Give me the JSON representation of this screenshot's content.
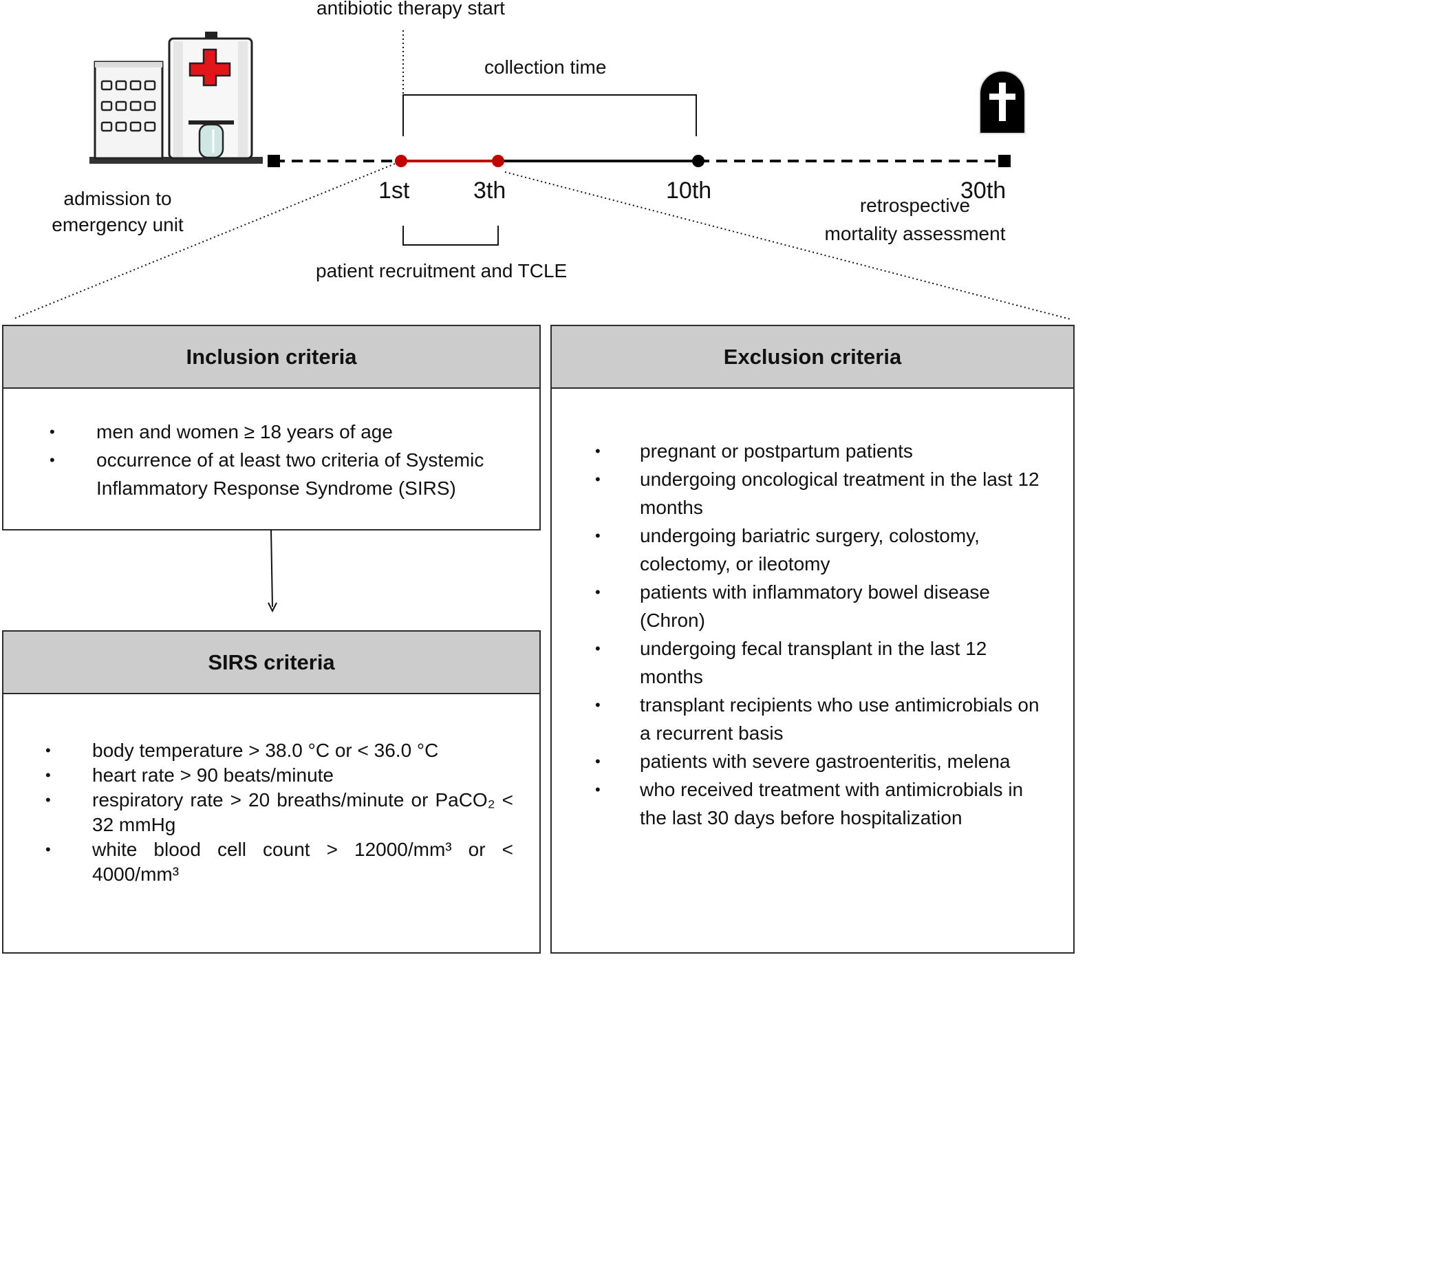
{
  "timeline": {
    "antibiotic_start": "antibiotic therapy start",
    "collection_time": "collection time",
    "admission": "admission to\nemergency unit",
    "tick_1": "1st",
    "tick_3": "3th",
    "tick_10": "10th",
    "tick_30": "30th",
    "mortality": "retrospective\nmortality assessment",
    "recruitment": "patient recruitment and TCLE",
    "colors": {
      "recruitment_segment": "#c00000",
      "cross": "#e0161b",
      "line": "#111111"
    }
  },
  "inclusion": {
    "title": "Inclusion criteria",
    "items": [
      "men and women ≥ 18 years of age",
      "occurrence of at least two criteria of Systemic Inflammatory Response Syndrome (SIRS)"
    ]
  },
  "sirs": {
    "title": "SIRS criteria",
    "items": [
      "body temperature > 38.0 °C or < 36.0 °C",
      "heart rate > 90 beats/minute",
      "respiratory rate > 20 breaths/minute or PaCO₂ < 32 mmHg",
      "white blood cell count > 12000/mm³ or < 4000/mm³"
    ]
  },
  "exclusion": {
    "title": "Exclusion criteria",
    "items": [
      "pregnant or postpartum patients",
      "undergoing oncological treatment in the last 12 months",
      "undergoing bariatric surgery, colostomy, colectomy, or ileotomy",
      "patients with inflammatory bowel disease (Chron)",
      "undergoing fecal transplant in the last 12 months",
      "transplant recipients who use antimicrobials on a recurrent basis",
      "patients with severe gastroenteritis, melena",
      "who received treatment with antimicrobials in the last 30 days before hospitalization"
    ]
  },
  "icons": [
    "hospital-icon",
    "tombstone-icon"
  ]
}
